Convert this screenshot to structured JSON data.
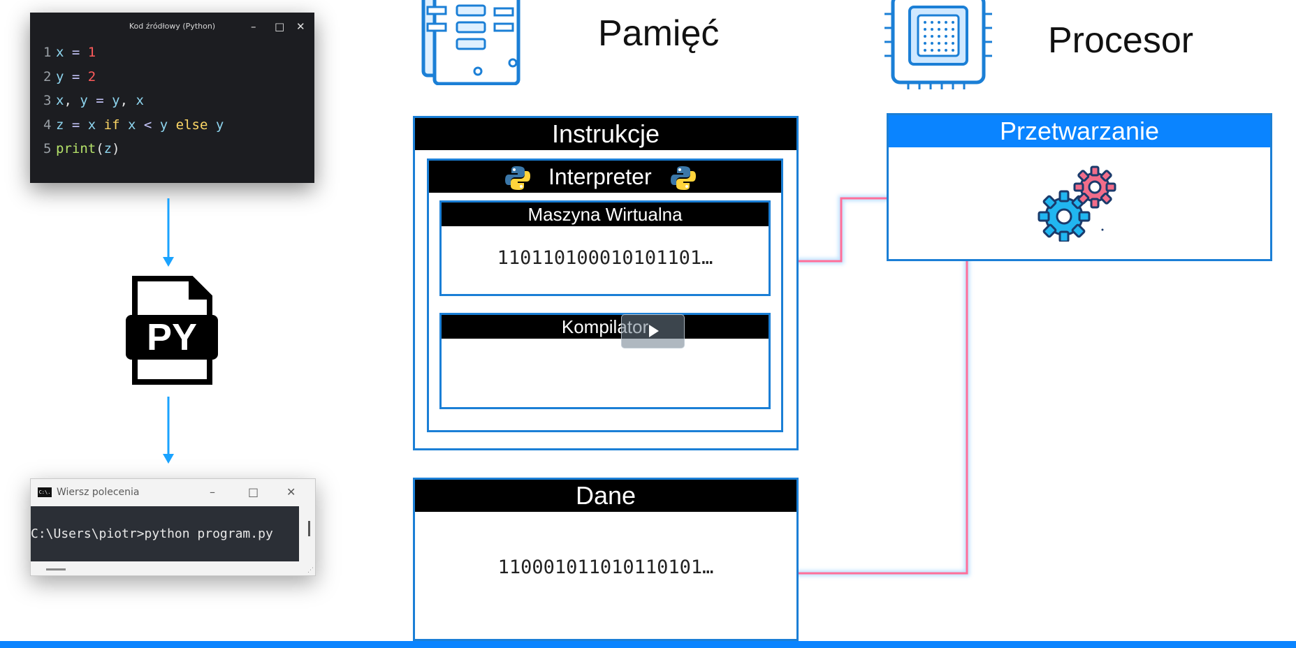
{
  "code_window": {
    "title": "Kod źródłowy (Python)",
    "controls": [
      "–",
      "□",
      "✕"
    ],
    "lines": [
      {
        "n": "1",
        "tokens": [
          [
            "x ",
            "v"
          ],
          [
            "= ",
            "o"
          ],
          [
            "1",
            "n"
          ]
        ]
      },
      {
        "n": "2",
        "tokens": [
          [
            "y ",
            "v"
          ],
          [
            "= ",
            "o"
          ],
          [
            "2",
            "n"
          ]
        ]
      },
      {
        "n": "3",
        "tokens": [
          [
            "x",
            "v"
          ],
          [
            ", ",
            "p"
          ],
          [
            "y ",
            "v"
          ],
          [
            "= ",
            "o"
          ],
          [
            "y",
            "v"
          ],
          [
            ", ",
            "p"
          ],
          [
            "x",
            "v"
          ]
        ]
      },
      {
        "n": "4",
        "tokens": [
          [
            "z ",
            "v"
          ],
          [
            "= ",
            "o"
          ],
          [
            "x ",
            "v"
          ],
          [
            "if ",
            "k"
          ],
          [
            "x ",
            "v"
          ],
          [
            "< ",
            "o"
          ],
          [
            "y ",
            "v"
          ],
          [
            "else ",
            "k"
          ],
          [
            "y",
            "v"
          ]
        ]
      },
      {
        "n": "5",
        "tokens": [
          [
            "print",
            "f"
          ],
          [
            "(",
            "p"
          ],
          [
            "z",
            "v"
          ],
          [
            ")",
            "p"
          ]
        ]
      }
    ]
  },
  "py_file": {
    "label": "PY"
  },
  "cmd_window": {
    "icon_text": "C:\\.",
    "title": "Wiersz polecenia",
    "command": "C:\\Users\\piotr>python program.py"
  },
  "memory": {
    "label": "Pamięć"
  },
  "processor": {
    "label": "Procesor"
  },
  "instructions": {
    "header": "Instrukcje",
    "interpreter": "Interpreter",
    "vm_header": "Maszyna Wirtualna",
    "vm_bits": "110110100010101101…",
    "compiler_header": "Kompilator"
  },
  "data": {
    "header": "Dane",
    "bits": "110001011010110101…"
  },
  "processing": {
    "header": "Przetwarzanie"
  },
  "colors": {
    "accent": "#0a84ff",
    "arrow_blue": "#1aa3ff",
    "arrow_pink": "#ff6f9a",
    "box_border": "#1b7fd6"
  }
}
